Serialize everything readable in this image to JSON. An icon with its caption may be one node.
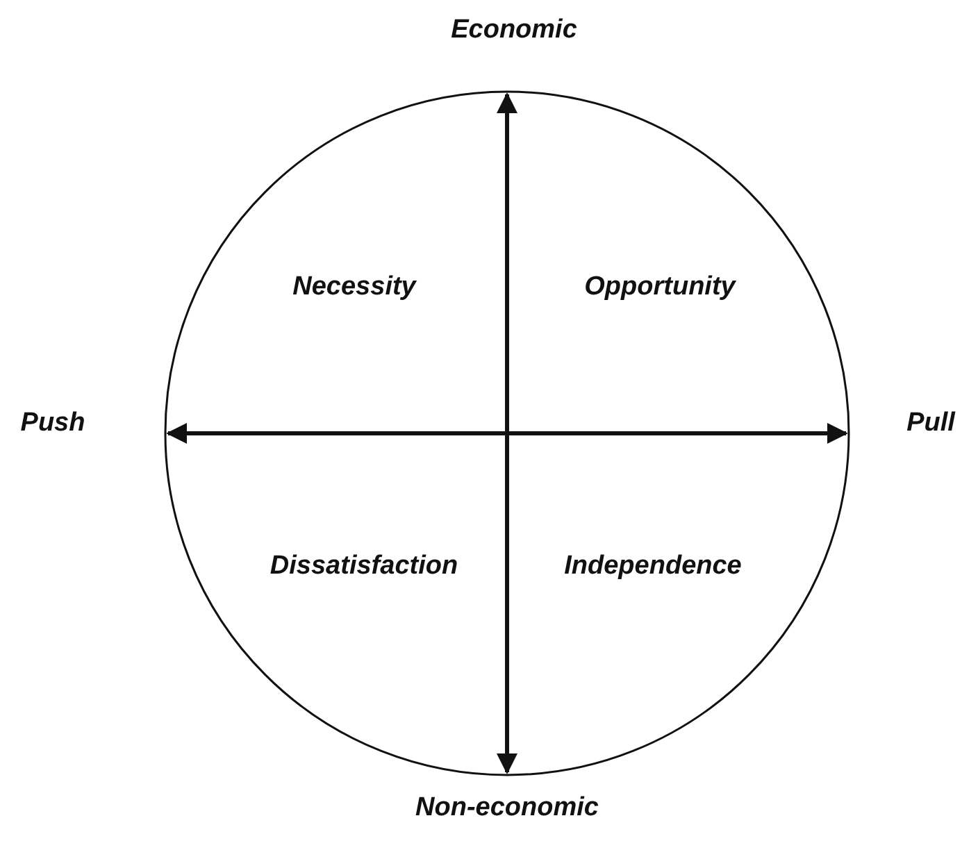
{
  "diagram": {
    "nodes": [
      {
        "text": [
          "Necessity",
          "Opportunity",
          "Dissatisfaction",
          "Independence"
        ]
      }
    ],
    "labels": [
      "Economic",
      "Push",
      "Pull",
      "Non-economic"
    ]
  }
}
